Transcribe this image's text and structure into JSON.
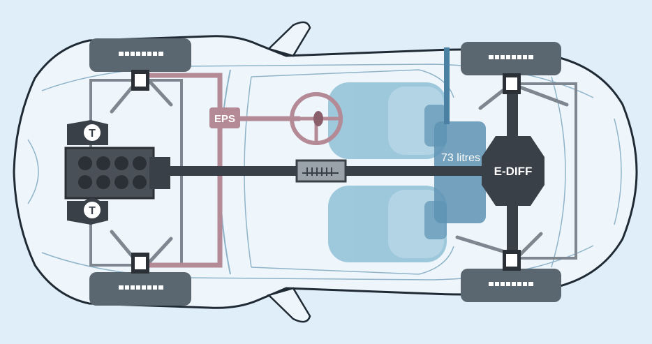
{
  "labels": {
    "eps": "EPS",
    "tank": "73 litres",
    "ediff": "E-DIFF",
    "turbo_top": "T",
    "turbo_bottom": "T"
  },
  "colors": {
    "background": "#dfeef8",
    "car_outline": "#1f2a35",
    "car_fill": "#eef6fb",
    "drivetrain": "#3a4048",
    "steering": "#b48a96",
    "tank": "#5e93b3",
    "seats": "#8fbfd6",
    "suspension": "#7e878f",
    "wheel": "#5a6670"
  }
}
